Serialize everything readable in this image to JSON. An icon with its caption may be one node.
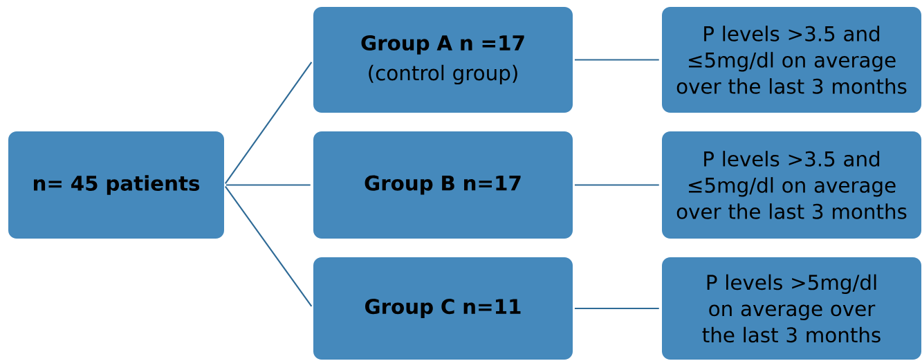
{
  "diagram": {
    "nodes": [
      {
        "text": [
          "n= 45 patients"
        ]
      },
      {
        "text": [
          "Group A n =17",
          "(control group)"
        ]
      },
      {
        "text": [
          "Group B n=17"
        ]
      },
      {
        "text": [
          "Group C n=11"
        ]
      },
      {
        "text": [
          "P levels >3.5 and ≤5mg/dl on average over the last 3 months"
        ]
      },
      {
        "text": [
          "P levels >3.5 and ≤5mg/dl on average over the last 3 months"
        ]
      },
      {
        "text": [
          "P levels >5mg/dl on average over the last 3 months"
        ]
      }
    ],
    "edges": [
      {
        "from": 0,
        "to": 1,
        "arrow": "none"
      },
      {
        "from": 0,
        "to": 2,
        "arrow": "none"
      },
      {
        "from": 0,
        "to": 3,
        "arrow": "none"
      },
      {
        "from": 1,
        "to": 4,
        "arrow": "none"
      },
      {
        "from": 2,
        "to": 5,
        "arrow": "none"
      },
      {
        "from": 3,
        "to": 6,
        "arrow": "none"
      }
    ]
  }
}
